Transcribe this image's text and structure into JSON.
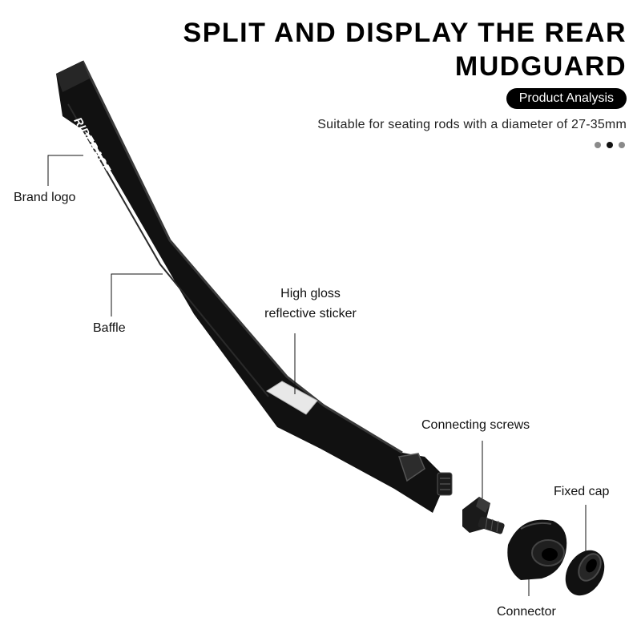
{
  "header": {
    "title_line1": "SPLIT AND DISPLAY THE REAR",
    "title_line2": "MUDGUARD",
    "badge": "Product Analysis",
    "subtitle": "Suitable for seating rods with a diameter of 27-35mm"
  },
  "pagination": {
    "count": 3,
    "active_index": 1
  },
  "product": {
    "brand_text": "RIDERACE"
  },
  "callouts": {
    "brand_logo": "Brand logo",
    "baffle": "Baffle",
    "sticker_line1": "High gloss",
    "sticker_line2": "reflective sticker",
    "connecting_screws": "Connecting screws",
    "fixed_cap": "Fixed cap",
    "connector": "Connector"
  },
  "colors": {
    "product": "#111111",
    "product_highlight": "#3a3a3a",
    "sticker": "#e8e8e8",
    "badge_bg": "#000000",
    "dot_inactive": "#8a8a8a",
    "dot_active": "#111111"
  }
}
